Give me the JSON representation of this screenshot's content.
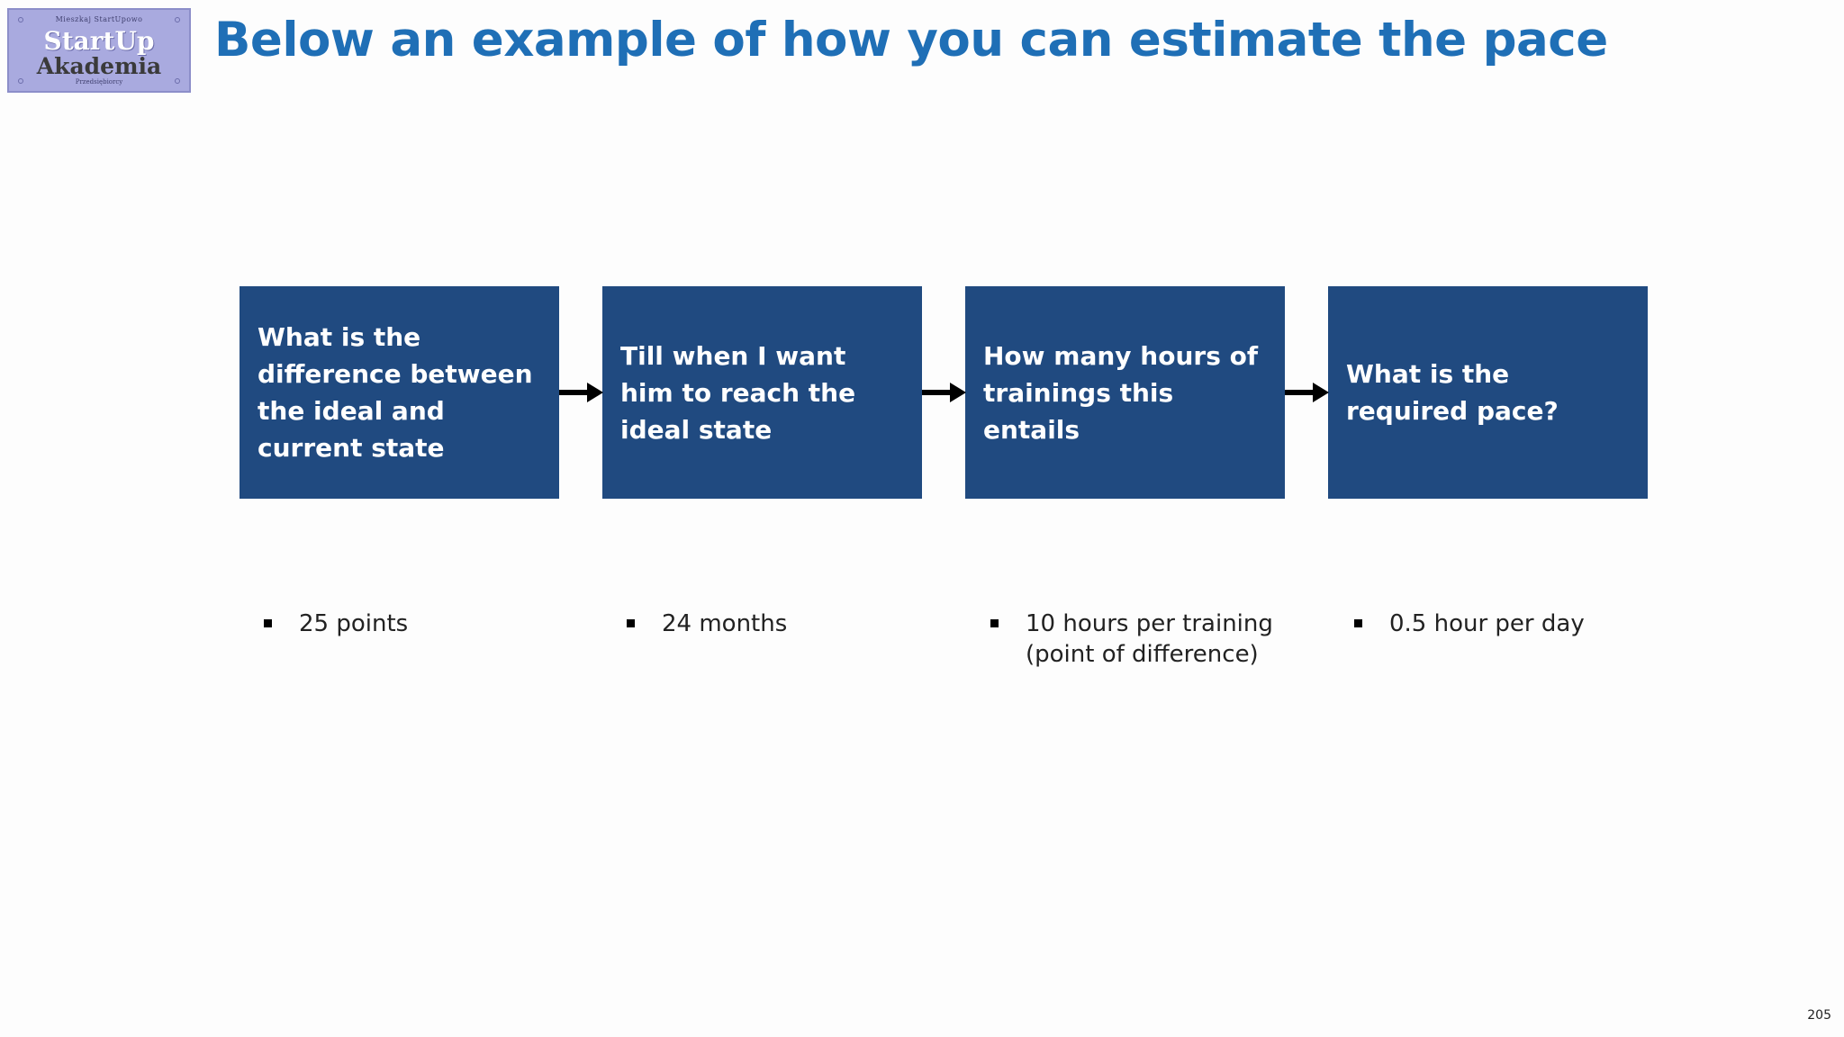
{
  "logo": {
    "top_line": "Mieszkaj StartUpowo",
    "brand_line_1": "StartUp",
    "brand_line_2": "Akademia",
    "bottom_line": "Przedsiębiorcy"
  },
  "title": "Below an example of how you can estimate the pace",
  "steps": [
    {
      "text": "What is the difference between the ideal and current state"
    },
    {
      "text": "Till when I want him to reach the ideal state"
    },
    {
      "text": "How many hours of trainings this entails"
    },
    {
      "text": "What is the required pace?"
    }
  ],
  "answers": [
    {
      "line_1": "25 points",
      "line_2": ""
    },
    {
      "line_1": "24 months",
      "line_2": ""
    },
    {
      "line_1": "10 hours per training",
      "line_2": "(point of difference)"
    },
    {
      "line_1": "0.5 hour per day",
      "line_2": ""
    }
  ],
  "page_number": "205",
  "colors": {
    "title": "#1f6fb6",
    "box_fill": "#204a80",
    "box_text": "#ffffff",
    "logo_bg": "#a9aadf",
    "arrow": "#000000"
  }
}
